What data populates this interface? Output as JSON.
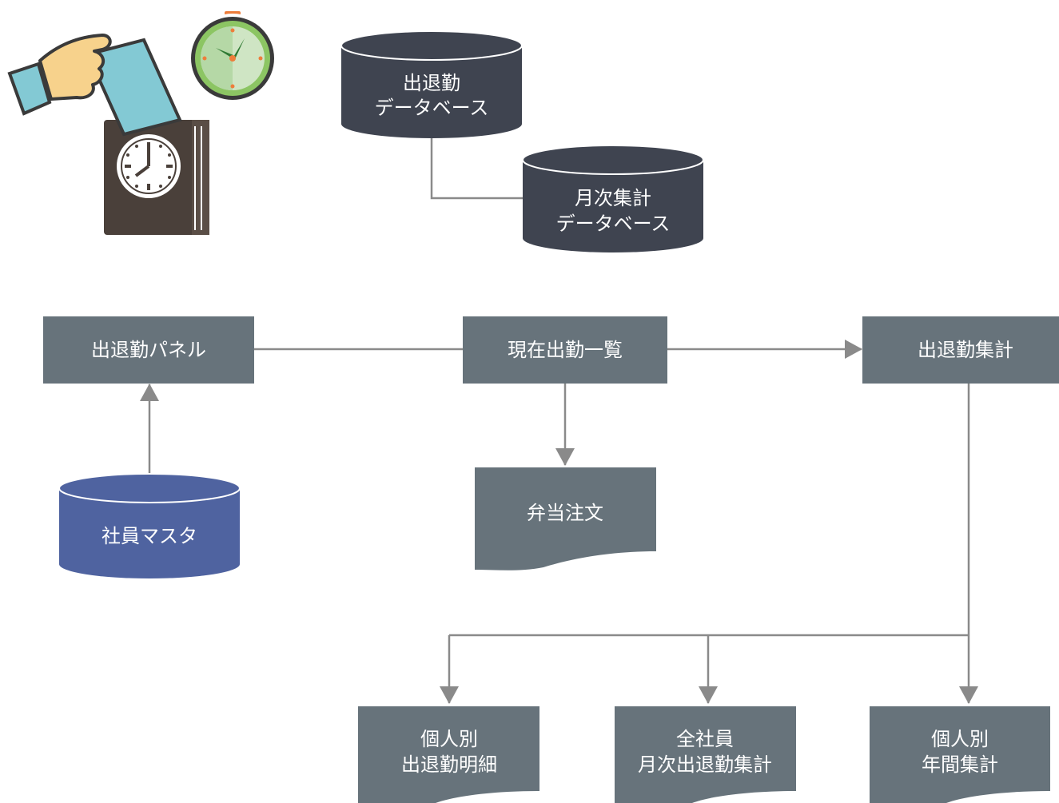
{
  "colors": {
    "process": "#67737b",
    "database": "#3f4450",
    "master_db": "#4f63a0",
    "line": "#8a8a8a",
    "text": "#ffffff"
  },
  "icons": [
    "time-clock-punch-icon",
    "stopwatch-icon"
  ],
  "databases": {
    "attendance_db": [
      "出退勤",
      "データベース"
    ],
    "monthly_db": [
      "月次集計",
      "データベース"
    ],
    "employee_master": [
      "社員マスタ"
    ]
  },
  "processes": {
    "attendance_panel": "出退勤パネル",
    "current_list": "現在出勤一覧",
    "attendance_summary": "出退勤集計"
  },
  "documents": {
    "lunch_order": [
      "弁当注文"
    ],
    "individual_detail": [
      "個人別",
      "出退勤明細"
    ],
    "all_monthly": [
      "全社員",
      "月次出退勤集計"
    ],
    "individual_annual": [
      "個人別",
      "年間集計"
    ]
  }
}
